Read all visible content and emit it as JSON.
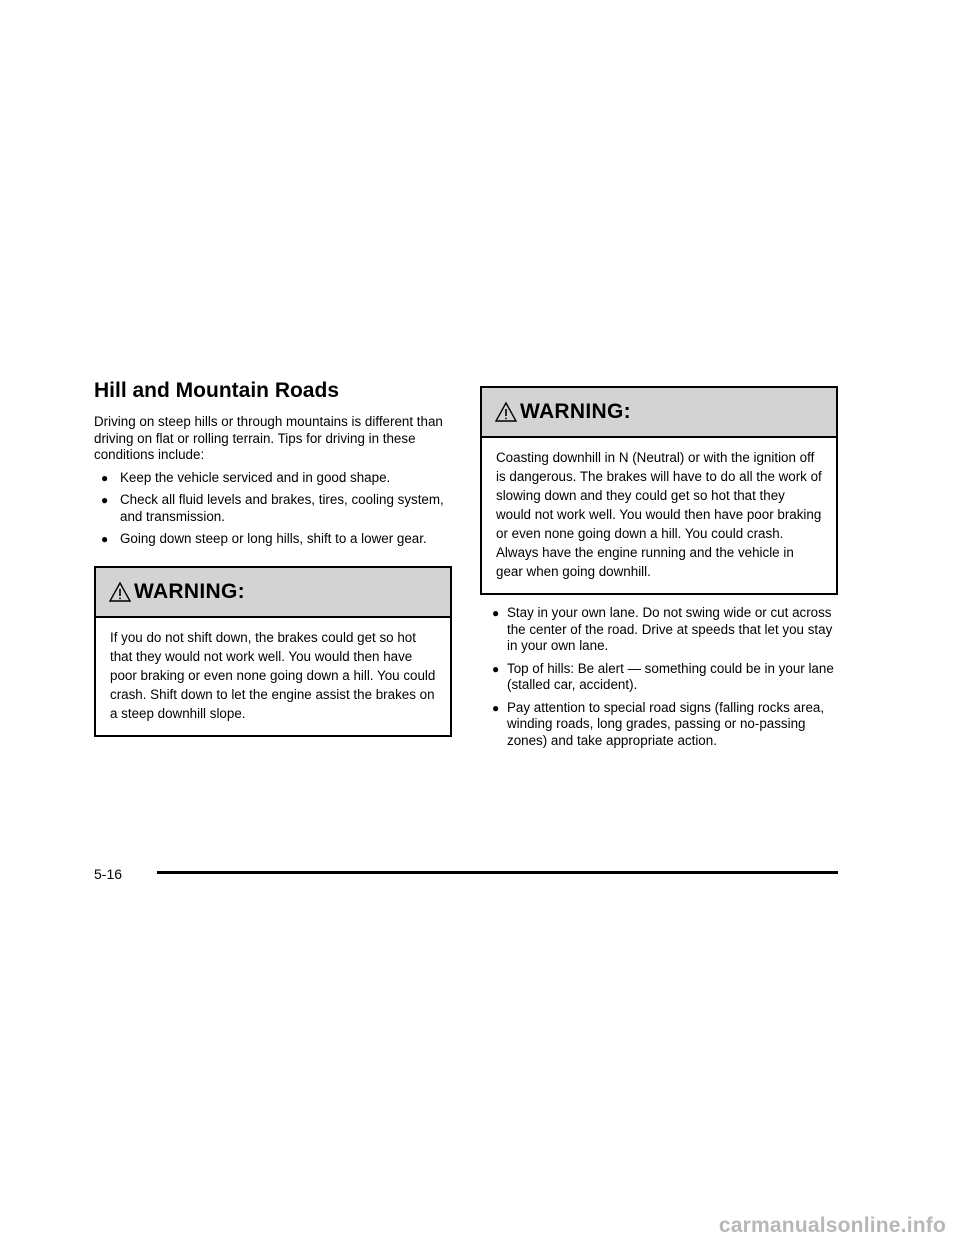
{
  "section": {
    "title": "Hill and Mountain Roads",
    "intro": "Driving on steep hills or through mountains is different than driving on flat or rolling terrain. Tips for driving in these conditions include:"
  },
  "left_bullets": [
    "Keep the vehicle serviced and in good shape.",
    "Check all fluid levels and brakes, tires, cooling system, and transmission.",
    "Going down steep or long hills, shift to a lower gear."
  ],
  "warning_left": {
    "label": "WARNING:",
    "text": "If you do not shift down, the brakes could get so hot that they would not work well. You would then have poor braking or even none going down a hill. You could crash. Shift down to let the engine assist the brakes on a steep downhill slope."
  },
  "warning_right": {
    "label": "WARNING:",
    "text": "Coasting downhill in N (Neutral) or with the ignition off is dangerous. The brakes will have to do all the work of slowing down and they could get so hot that they would not work well. You would then have poor braking or even none going down a hill. You could crash. Always have the engine running and the vehicle in gear when going downhill."
  },
  "right_bullets": [
    "Stay in your own lane. Do not swing wide or cut across the center of the road. Drive at speeds that let you stay in your own lane.",
    "Top of hills: Be alert — something could be in your lane (stalled car, accident).",
    "Pay attention to special road signs (falling rocks area, winding roads, long grades, passing or no-passing zones) and take appropriate action."
  ],
  "footer": {
    "page_number": "5-16"
  },
  "watermark": "carmanualsonline.info",
  "icons": {
    "warning": "warning-triangle-icon",
    "bullet": "bullet-icon"
  }
}
